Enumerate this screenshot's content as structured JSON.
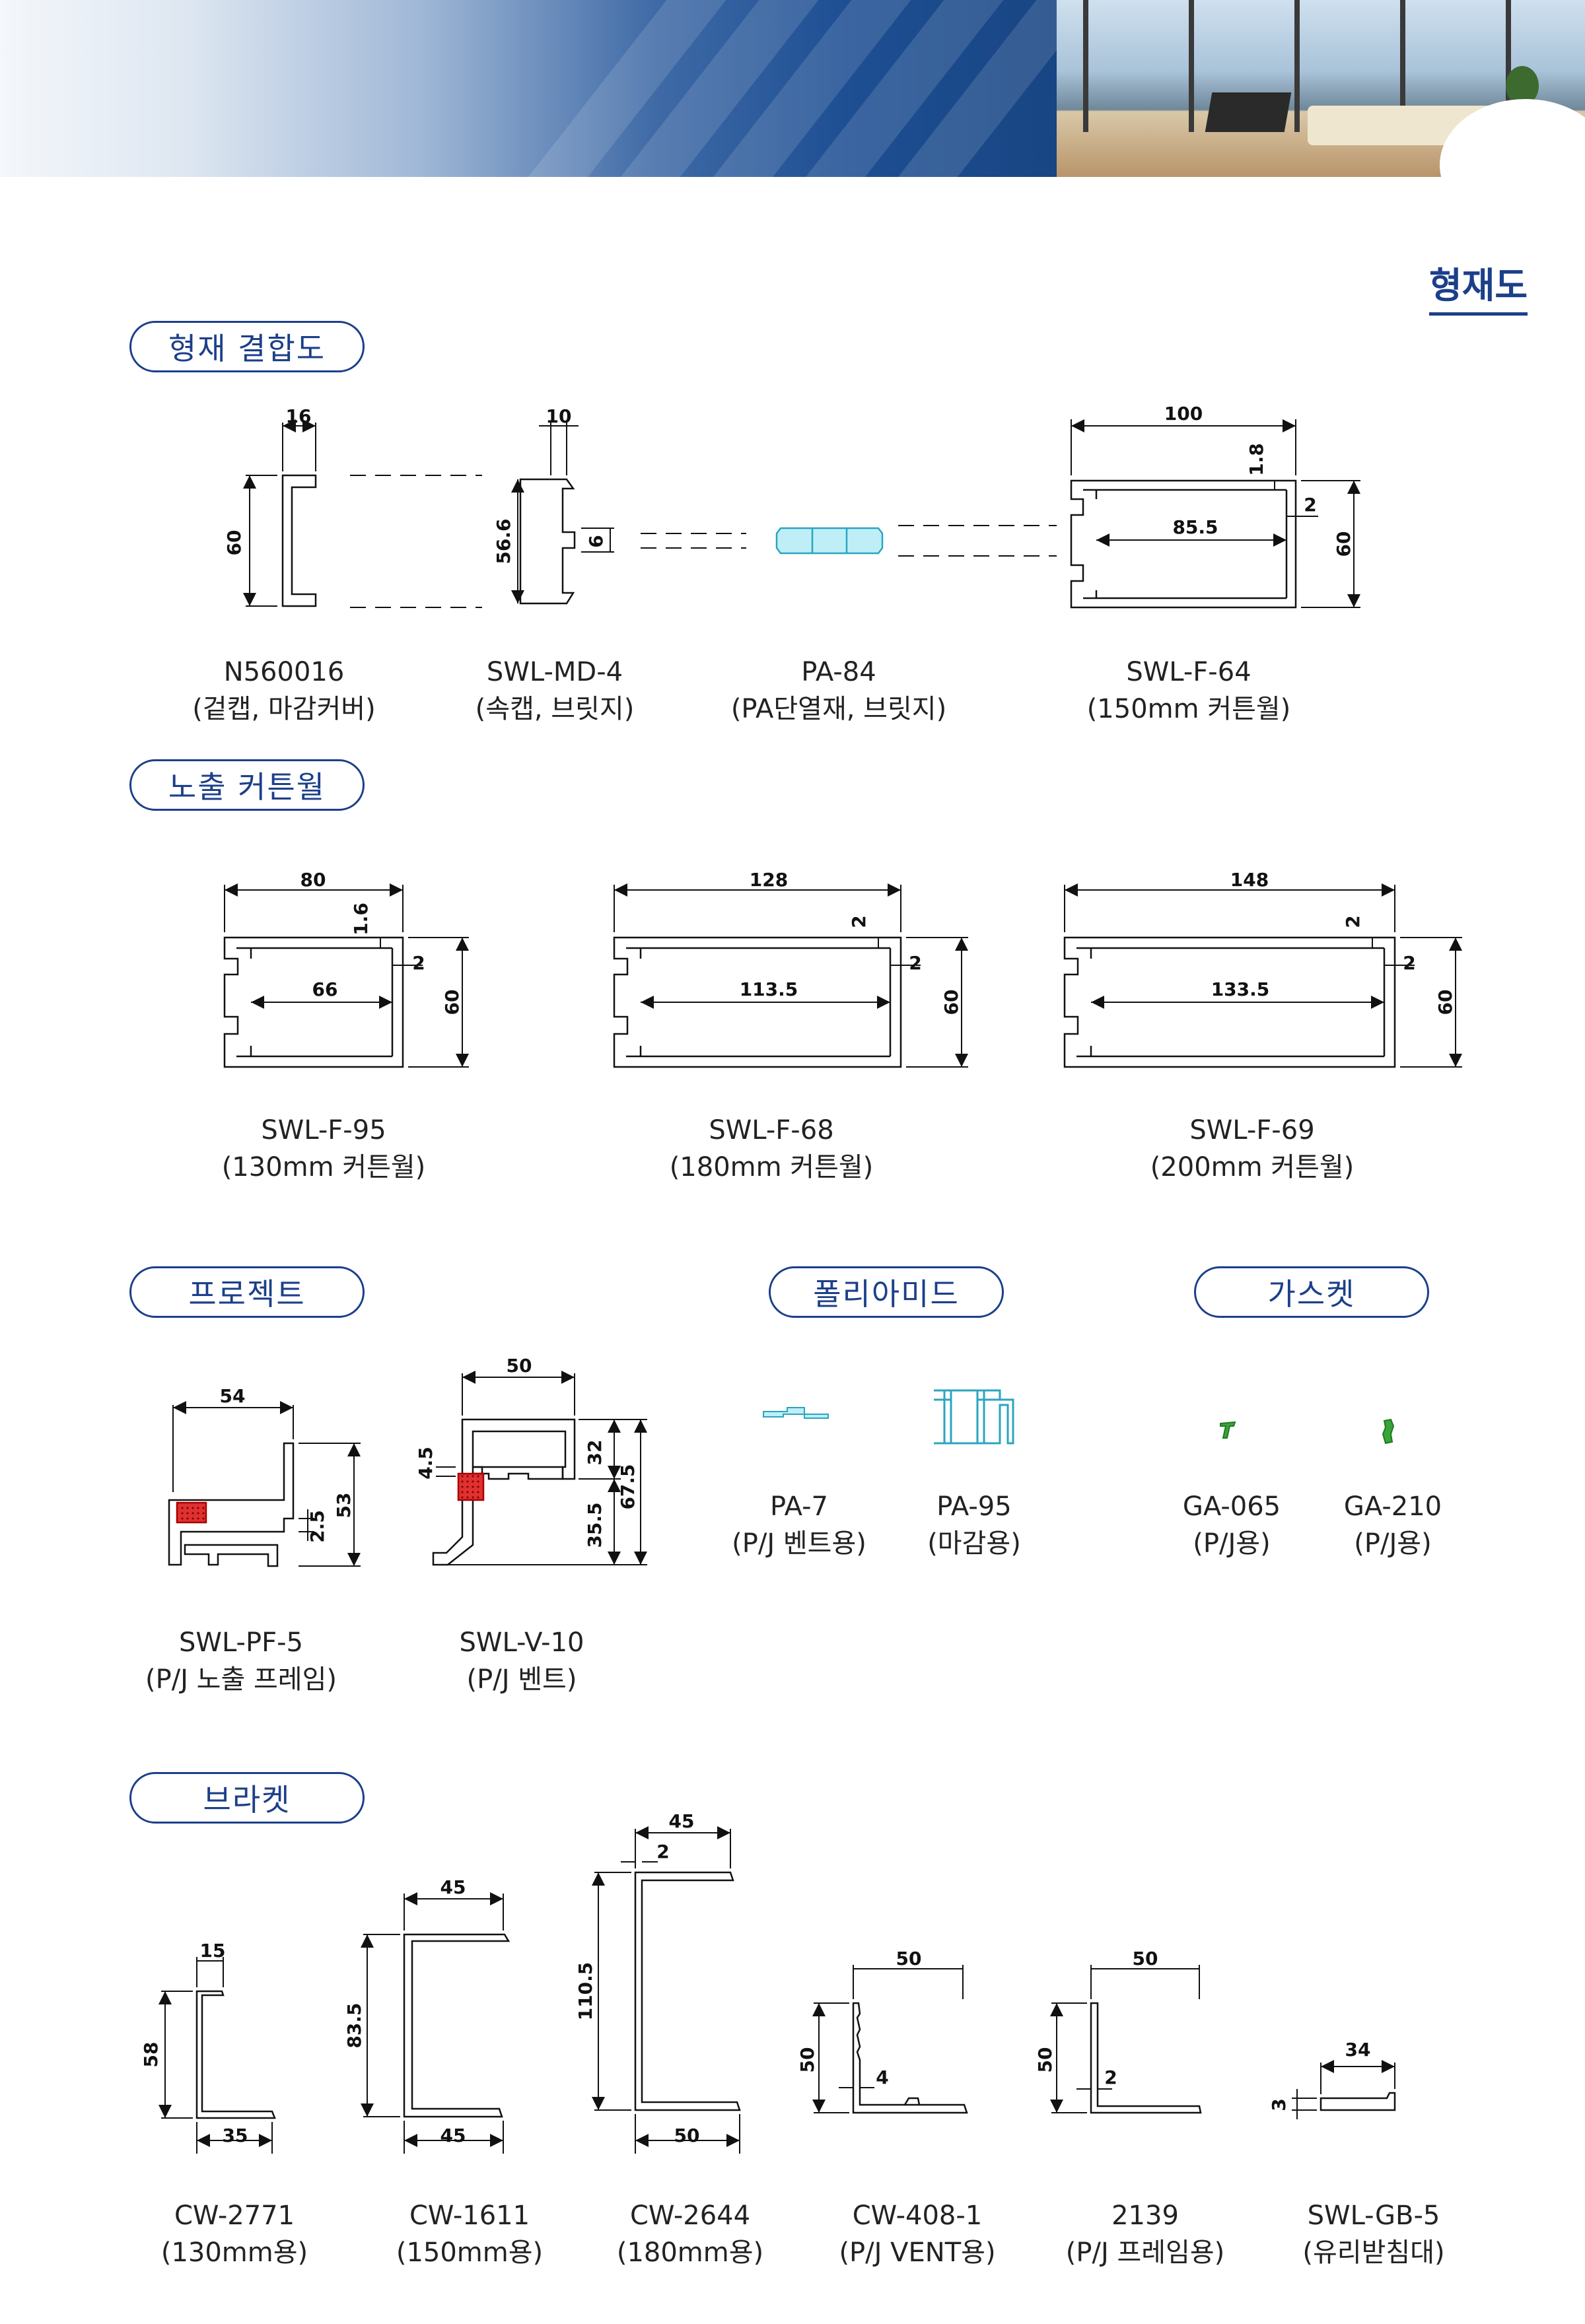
{
  "page_label": "형재도",
  "sections": {
    "s1": "형재 결합도",
    "s2": "노출 커튼월",
    "s3": "프로젝트",
    "s4": "폴리아미드",
    "s5": "가스켓",
    "s6": "브라켓"
  },
  "parts": {
    "n560016": {
      "code": "N560016",
      "desc": "(겉캡, 마감커버)"
    },
    "swlmd4": {
      "code": "SWL-MD-4",
      "desc": "(속캡, 브릿지)"
    },
    "pa84": {
      "code": "PA-84",
      "desc": "(PA단열재, 브릿지)"
    },
    "swlf64": {
      "code": "SWL-F-64",
      "desc": "(150mm 커튼월)"
    },
    "swlf95": {
      "code": "SWL-F-95",
      "desc": "(130mm 커튼월)"
    },
    "swlf68": {
      "code": "SWL-F-68",
      "desc": "(180mm 커튼월)"
    },
    "swlf69": {
      "code": "SWL-F-69",
      "desc": "(200mm 커튼월)"
    },
    "pa7": {
      "code": "PA-7",
      "desc": "(P/J 벤트용)"
    },
    "pa95": {
      "code": "PA-95",
      "desc": "(마감용)"
    },
    "ga065": {
      "code": "GA-065",
      "desc": "(P/J용)"
    },
    "ga210": {
      "code": "GA-210",
      "desc": "(P/J용)"
    },
    "swlpf5": {
      "code": "SWL-PF-5",
      "desc": "(P/J 노출 프레임)"
    },
    "swlv10": {
      "code": "SWL-V-10",
      "desc": "(P/J 벤트)"
    },
    "cw2771": {
      "code": "CW-2771",
      "desc": "(130mm용)"
    },
    "cw1611": {
      "code": "CW-1611",
      "desc": "(150mm용)"
    },
    "cw2644": {
      "code": "CW-2644",
      "desc": "(180mm용)"
    },
    "cw4081": {
      "code": "CW-408-1",
      "desc": "(P/J VENT용)"
    },
    "p2139": {
      "code": "2139",
      "desc": "(P/J 프레임용)"
    },
    "swlgb5": {
      "code": "SWL-GB-5",
      "desc": "(유리받침대)"
    }
  },
  "dims": {
    "n560016": {
      "w": "16",
      "h": "60"
    },
    "swlmd4": {
      "w": "10",
      "h": "56.6",
      "s": "6"
    },
    "swlf64": {
      "w": "100",
      "t": "1.8",
      "t2": "2",
      "i": "85.5",
      "h": "60"
    },
    "swlf95": {
      "w": "80",
      "t": "1.6",
      "t2": "2",
      "i": "66",
      "h": "60"
    },
    "swlf68": {
      "w": "128",
      "t": "2",
      "t2": "2",
      "i": "113.5",
      "h": "60"
    },
    "swlf69": {
      "w": "148",
      "t": "2",
      "t2": "2",
      "i": "133.5",
      "h": "60"
    },
    "swlpf5": {
      "w": "54",
      "h": "53",
      "s": "2.5"
    },
    "swlv10": {
      "w": "50",
      "a": "4.5",
      "b": "32",
      "c": "35.5",
      "d": "67.5"
    },
    "cw2771": {
      "top": "15",
      "h": "58",
      "bot": "35"
    },
    "cw1611": {
      "top": "45",
      "h": "83.5",
      "bot": "45"
    },
    "cw2644": {
      "top": "45",
      "t": "2",
      "h": "110.5",
      "bot": "50"
    },
    "cw4081": {
      "w": "50",
      "h": "50",
      "t": "4"
    },
    "p2139": {
      "w": "50",
      "h": "50",
      "t": "2"
    },
    "swlgb5": {
      "w": "34",
      "h": "3"
    }
  },
  "colors": {
    "brand": "#1c3f8a",
    "polyamide": "#7fd6e8",
    "gasket": "#3aa33a",
    "seal": "#e03030"
  }
}
